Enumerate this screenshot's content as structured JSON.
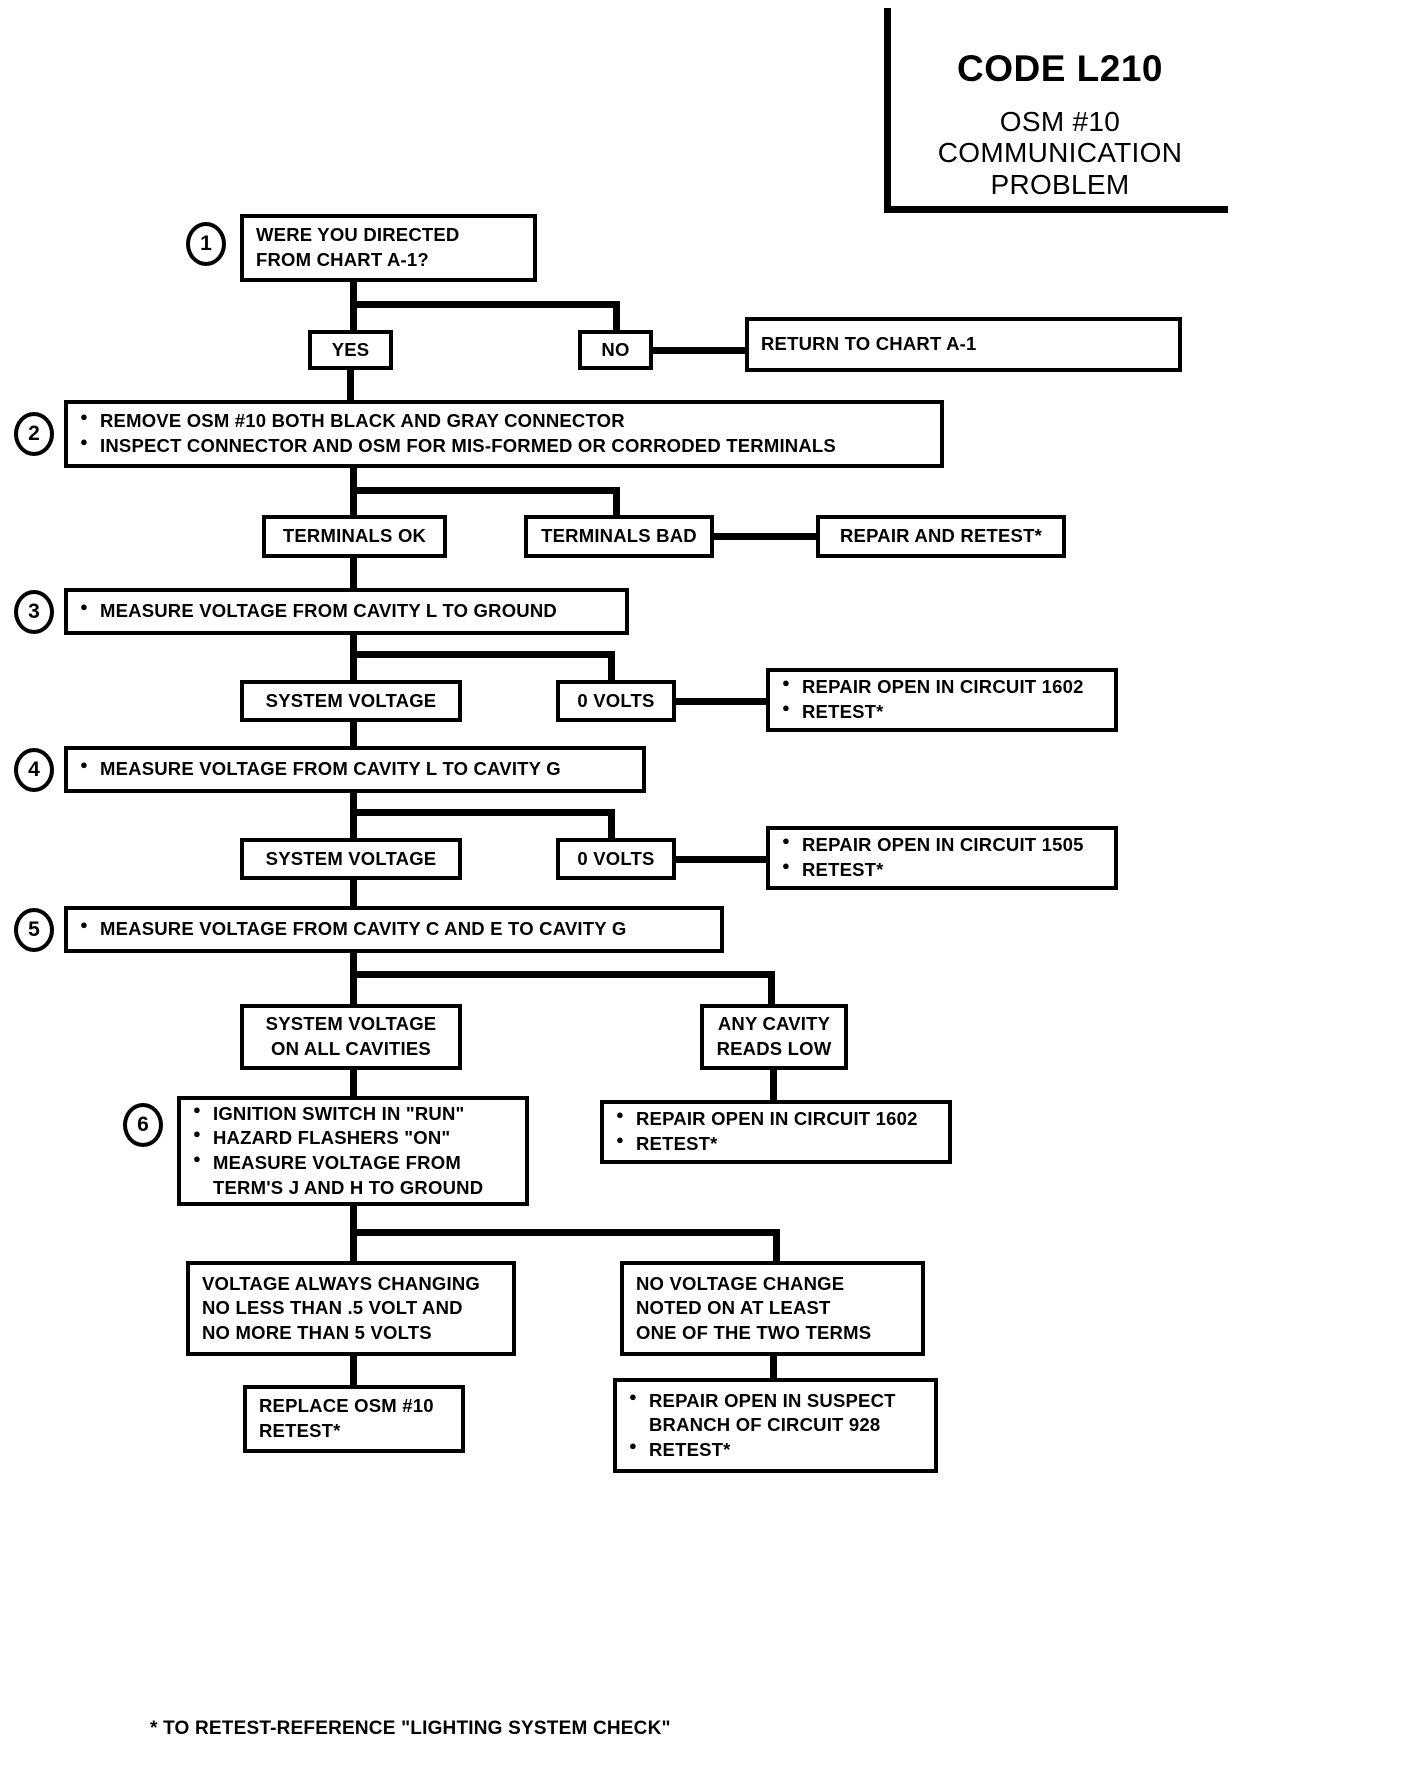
{
  "title": {
    "code": "CODE L210",
    "subtitle_lines": [
      "OSM #10",
      "COMMUNICATION",
      "PROBLEM"
    ]
  },
  "steps": {
    "s1": "1",
    "s2": "2",
    "s3": "3",
    "s4": "4",
    "s5": "5",
    "s6": "6"
  },
  "nodes": {
    "question1": {
      "lines": [
        "WERE YOU DIRECTED",
        "FROM CHART A-1?"
      ]
    },
    "yes1": {
      "label": "YES"
    },
    "no1": {
      "label": "NO"
    },
    "return_chart": {
      "label": "RETURN TO CHART A-1"
    },
    "step2": {
      "bullets": [
        "REMOVE OSM #10 BOTH BLACK AND GRAY CONNECTOR",
        "INSPECT CONNECTOR AND OSM FOR MIS-FORMED OR CORRODED TERMINALS"
      ]
    },
    "terminals_ok": {
      "label": "TERMINALS OK"
    },
    "terminals_bad": {
      "label": "TERMINALS BAD"
    },
    "repair_retest": {
      "label": "REPAIR AND RETEST*"
    },
    "step3": {
      "bullets": [
        "MEASURE VOLTAGE FROM CAVITY L TO GROUND"
      ]
    },
    "sysvolt3": {
      "label": "SYSTEM VOLTAGE"
    },
    "zero3": {
      "label": "0 VOLTS"
    },
    "repair1602a": {
      "bullets": [
        "REPAIR OPEN IN CIRCUIT 1602",
        "RETEST*"
      ]
    },
    "step4": {
      "bullets": [
        "MEASURE VOLTAGE FROM CAVITY L TO CAVITY G"
      ]
    },
    "sysvolt4": {
      "label": "SYSTEM VOLTAGE"
    },
    "zero4": {
      "label": "0 VOLTS"
    },
    "repair1505": {
      "bullets": [
        "REPAIR OPEN IN CIRCUIT 1505",
        "RETEST*"
      ]
    },
    "step5": {
      "bullets": [
        "MEASURE VOLTAGE FROM CAVITY C AND E TO CAVITY G"
      ]
    },
    "sysvolt5": {
      "lines": [
        "SYSTEM VOLTAGE",
        "ON ALL CAVITIES"
      ]
    },
    "cavity_low": {
      "lines": [
        "ANY CAVITY",
        "READS LOW"
      ]
    },
    "step6": {
      "bullets": [
        "IGNITION SWITCH IN \"RUN\"",
        "HAZARD FLASHERS \"ON\"",
        "MEASURE VOLTAGE FROM"
      ],
      "cont": "TERM'S J AND H TO GROUND"
    },
    "repair1602b": {
      "bullets": [
        "REPAIR OPEN IN CIRCUIT 1602",
        "RETEST*"
      ]
    },
    "volt_changing": {
      "lines": [
        "VOLTAGE ALWAYS CHANGING",
        "NO LESS THAN .5 VOLT AND",
        "NO MORE THAN 5 VOLTS"
      ]
    },
    "no_change": {
      "lines": [
        "NO VOLTAGE CHANGE",
        "NOTED ON AT LEAST",
        "ONE OF THE TWO TERMS"
      ]
    },
    "replace_osm": {
      "lines": [
        "REPLACE OSM #10",
        "RETEST*"
      ]
    },
    "repair_branch": {
      "bullets": [
        "REPAIR OPEN IN SUSPECT",
        "RETEST*"
      ],
      "cont": "BRANCH OF CIRCUIT 928"
    }
  },
  "footnote": "* TO RETEST-REFERENCE \"LIGHTING SYSTEM CHECK\""
}
